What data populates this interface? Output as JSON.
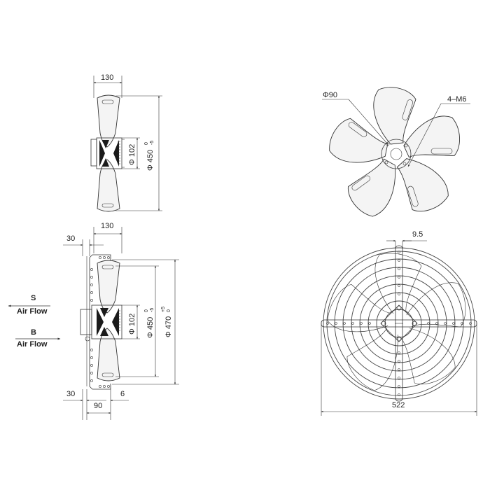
{
  "top_side_view": {
    "width_label": "130",
    "hub_dia_label": "Φ 102",
    "blade_dia_label": "Φ 450",
    "blade_dia_tol_top": "0",
    "blade_dia_tol_bottom": "-5"
  },
  "front_view": {
    "hub_dia_label": "Φ90",
    "bolt_label": "4–M6"
  },
  "bottom_side_view": {
    "width_label": "130",
    "offset_top_label": "30",
    "offset_bottom_label": "30",
    "bracket_label": "90",
    "thickness_label": "6",
    "hub_dia_label": "Φ 102",
    "blade_dia_label": "Φ 450",
    "blade_dia_tol_top": "0",
    "blade_dia_tol_bottom": "-5",
    "guard_dia_label": "Φ 470",
    "guard_dia_tol_top": "+5",
    "guard_dia_tol_bottom": "0"
  },
  "airflow": {
    "s_label": "S",
    "s_text": "Air Flow",
    "b_label": "B",
    "b_text": "Air Flow"
  },
  "guard_view": {
    "slot_label": "9.5",
    "overall_label": "522"
  }
}
